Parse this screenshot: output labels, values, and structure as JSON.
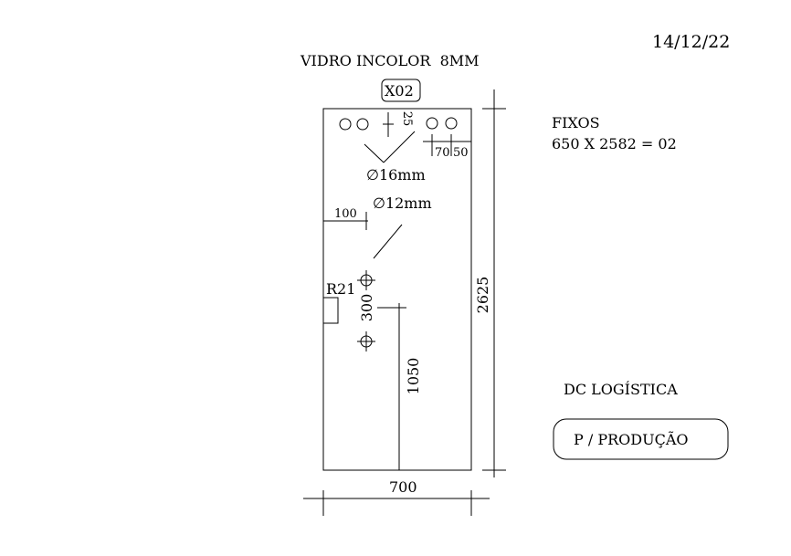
{
  "header": {
    "date": "14/12/22",
    "material": "VIDRO INCOLOR  8MM"
  },
  "piece": {
    "code": "X02"
  },
  "notes": {
    "fixos_title": "FIXOS",
    "fixos_spec": "650 X 2582 = 02",
    "client": "DC LOGÍSTICA",
    "stamp": "P / PRODUÇÃO"
  },
  "dimensions": {
    "height": "2625",
    "width": "700",
    "top_hole_offset": "25",
    "hole_spacing_70": "70",
    "hole_spacing_50": "50",
    "left_offset_100": "100",
    "handle_spacing": "300",
    "handle_height": "1050",
    "notch_radius": "R21"
  },
  "holes": {
    "large_label": "∅16mm",
    "small_label": "∅12mm"
  },
  "colors": {
    "line": "#000000",
    "background": "#ffffff"
  }
}
